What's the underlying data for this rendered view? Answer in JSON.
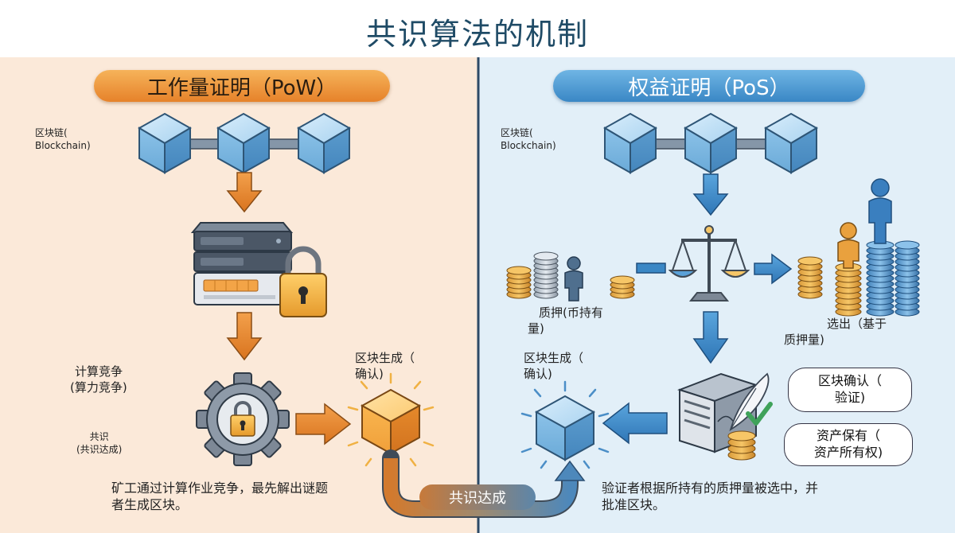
{
  "title": "共识算法的机制",
  "pow": {
    "header": "工作量证明（PoW）",
    "blockchain_label_1": "区块链(",
    "blockchain_label_2": "Blockchain)",
    "compute_label_1": "计算竞争",
    "compute_label_2": "(算力竞争)",
    "consensus_label_1": "共识",
    "consensus_label_2": "(共识达成)",
    "block_label_1": "区块生成（",
    "block_label_2": "确认)",
    "description_1": "矿工通过计算作业竞争，最先解出谜题",
    "description_2": "者生成区块。",
    "colors": {
      "accent": "#e6822a",
      "background": "#fbe9d9"
    }
  },
  "pos": {
    "header": "权益证明（PoS）",
    "blockchain_label_1": "区块链(",
    "blockchain_label_2": "Blockchain)",
    "stake_label_1": "质押(币持有",
    "stake_label_2": "量)",
    "selection_label_1": "选出（基于",
    "selection_label_2": "质押量)",
    "block_label_1": "区块生成（",
    "block_label_2": "确认)",
    "confirm_box_1": "区块确认（",
    "confirm_box_2": "验证)",
    "assets_box_1": "资产保有（",
    "assets_box_2": "资产所有权)",
    "description_1": "验证者根据所持有的质押量被选中，并",
    "description_2": "批准区块。",
    "colors": {
      "accent": "#3a87c5",
      "background": "#e2eff8"
    }
  },
  "consensus_reached": "共识达成",
  "icons": [
    "cube-icon",
    "server-icon",
    "padlock-icon",
    "gear-icon",
    "coin-stack-icon",
    "person-icon",
    "balance-scale-icon",
    "quill-pen-icon",
    "checkmark-icon"
  ]
}
